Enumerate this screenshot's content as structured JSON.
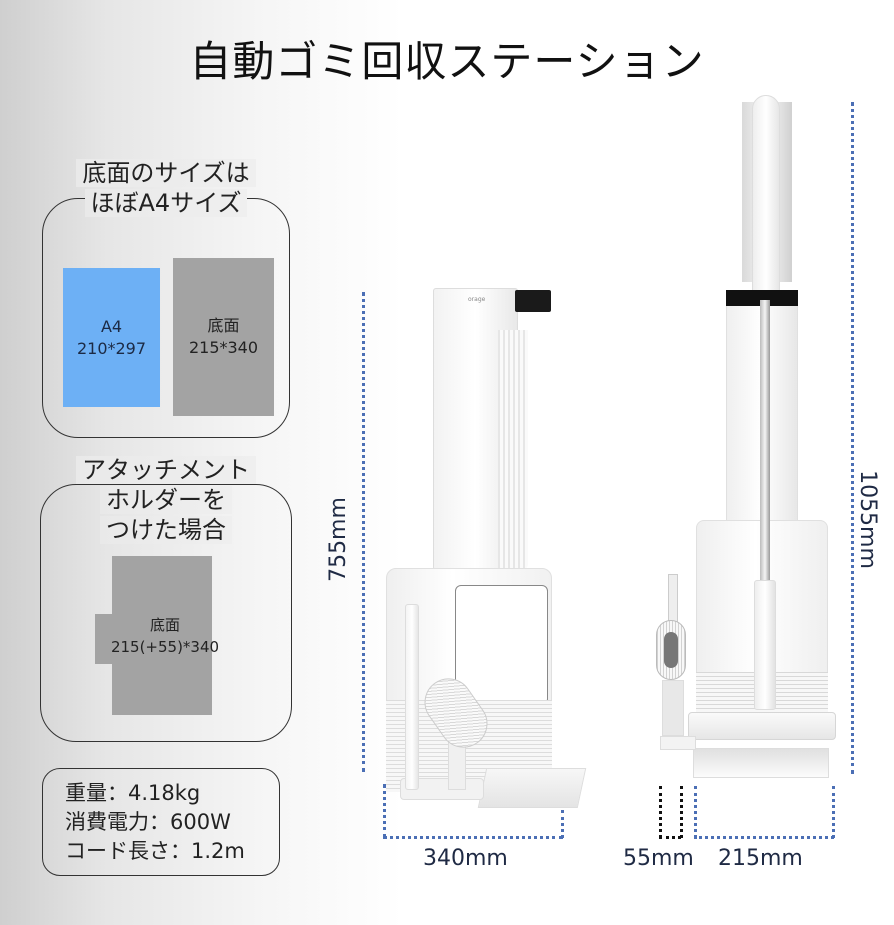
{
  "title": "自動ゴミ回収ステーション",
  "panels": {
    "footprint": {
      "heading_line1": "底面のサイズは",
      "heading_line2": "ほぼA4サイズ",
      "a4_box": {
        "label": "A4",
        "size": "210*297",
        "color": "#6db0f5"
      },
      "base_box": {
        "label": "底面",
        "size": "215*340",
        "color": "#a3a3a3"
      }
    },
    "holder": {
      "heading_line1": "アタッチメント",
      "heading_line2": "ホルダーを",
      "heading_line3": "つけた場合",
      "base_box": {
        "label": "底面",
        "size": "215(+55)*340",
        "color": "#a3a3a3"
      }
    },
    "specs": [
      "重量：4.18kg",
      "消費電力：600W",
      "コード長さ：1.2m"
    ]
  },
  "dimensions": {
    "station_height": "755mm",
    "total_height": "1055mm",
    "depth": "340mm",
    "holder_width": "55mm",
    "width": "215mm",
    "line_color": "#4b6fb5"
  },
  "product": {
    "brand_mark": "orage"
  }
}
